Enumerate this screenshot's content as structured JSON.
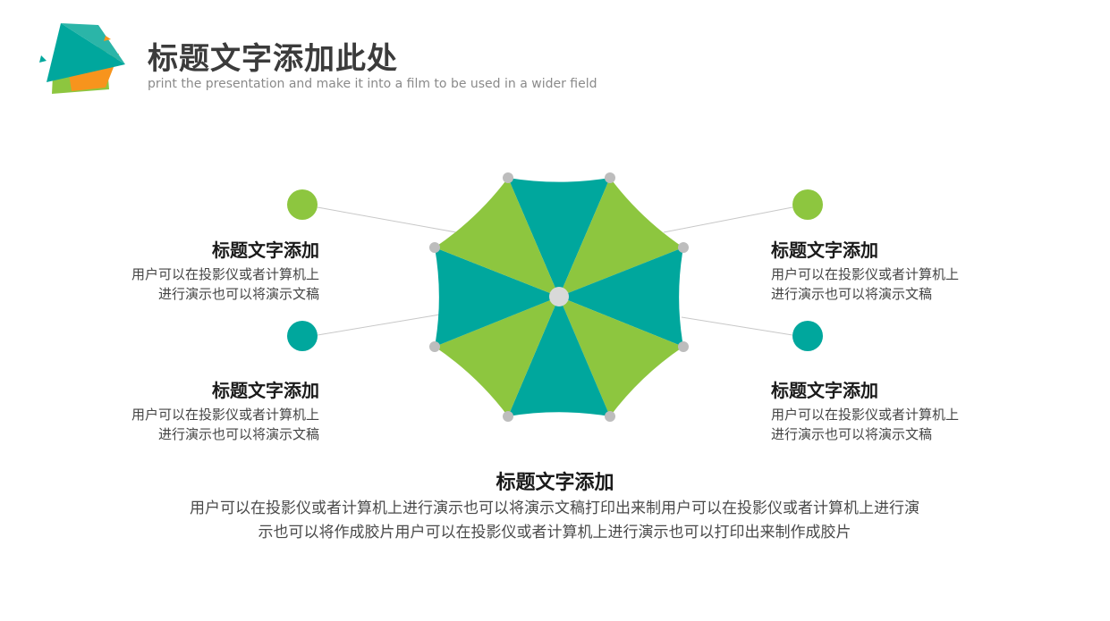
{
  "header": {
    "title": "标题文字添加此处",
    "subtitle": "print the presentation and make it into a film to be used in a wider field"
  },
  "colors": {
    "green": "#8dc63f",
    "teal": "#00a79d",
    "hub": "#d9d9d9",
    "tip": "#bdbdbd",
    "line": "#c8c8c8"
  },
  "items": [
    {
      "title": "标题文字添加",
      "line1": "用户可以在投影仪或者计算机上",
      "line2": "进行演示也可以将演示文稿",
      "dot_color": "green"
    },
    {
      "title": "标题文字添加",
      "line1": "用户可以在投影仪或者计算机上",
      "line2": "进行演示也可以将演示文稿",
      "dot_color": "teal"
    },
    {
      "title": "标题文字添加",
      "line1": "用户可以在投影仪或者计算机上",
      "line2": "进行演示也可以将演示文稿",
      "dot_color": "green"
    },
    {
      "title": "标题文字添加",
      "line1": "用户可以在投影仪或者计算机上",
      "line2": "进行演示也可以将演示文稿",
      "dot_color": "teal"
    }
  ],
  "bottom": {
    "title": "标题文字添加",
    "line1": "用户可以在投影仪或者计算机上进行演示也可以将演示文稿打印出来制用户可以在投影仪或者计算机上进行演",
    "line2": "示也可以将作成胶片用户可以在投影仪或者计算机上进行演示也可以打印出来制作成胶片"
  }
}
